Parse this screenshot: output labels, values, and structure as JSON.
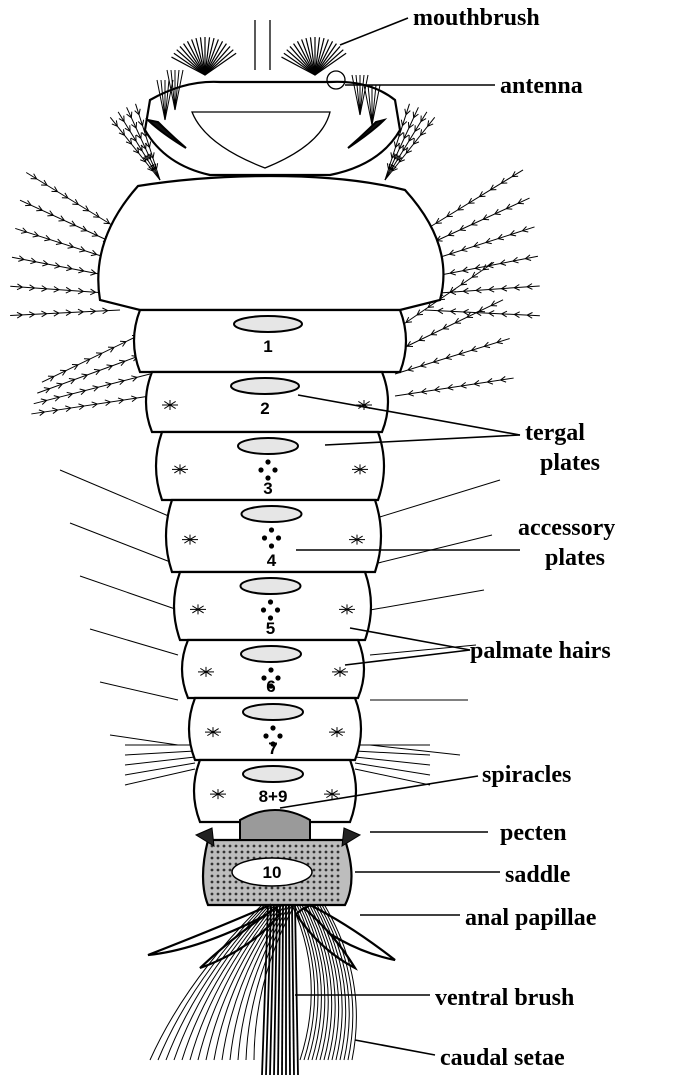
{
  "labels": {
    "mouthbrush": "mouthbrush",
    "antenna": "antenna",
    "tergal_1": "tergal",
    "tergal_2": "plates",
    "accessory_1": "accessory",
    "accessory_2": "plates",
    "palmate": "palmate hairs",
    "spiracles": "spiracles",
    "pecten": "pecten",
    "saddle": "saddle",
    "anal_papillae": "anal papillae",
    "ventral_brush": "ventral brush",
    "caudal_setae": "caudal setae"
  },
  "segments": [
    "1",
    "2",
    "3",
    "4",
    "5",
    "6",
    "7",
    "8+9",
    "10"
  ]
}
